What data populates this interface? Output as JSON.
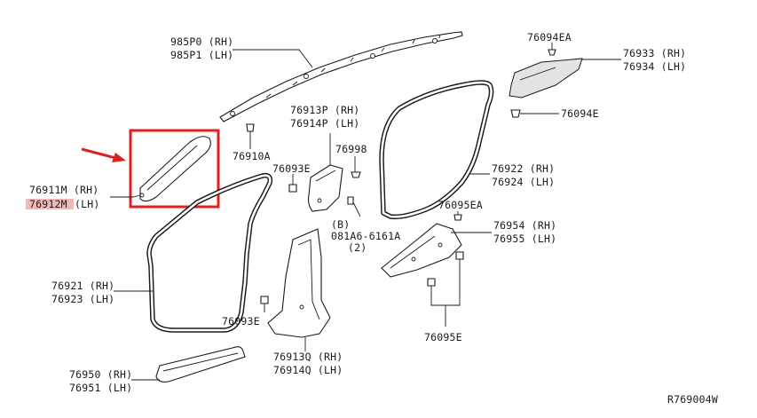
{
  "highlight_color": "#e02020",
  "hl_part_color": "#f2b8b8",
  "labels": {
    "airbag_rh": "985P0 (RH)",
    "airbag_lh": "985P1 (LH)",
    "clip_76910a": "76910A",
    "a_pillar_rh": "76911M (RH)",
    "a_pillar_lh_code": "76912M",
    "a_pillar_lh_side": "(LH)",
    "b_upper_rh": "76913P (RH)",
    "b_upper_lh": "76914P (LH)",
    "clip_76093e_top": "76093E",
    "clip_76998": "76998",
    "bolt_callout_b": "(B)",
    "bolt_part": "081A6-6161A",
    "bolt_qty": "(2)",
    "front_weather_rh": "76921 (RH)",
    "front_weather_lh": "76923 (LH)",
    "clip_76093e_bottom": "76093E",
    "b_lower_rh": "76913Q (RH)",
    "b_lower_lh": "76914Q (LH)",
    "kick_rh": "76950 (RH)",
    "kick_lh": "76951 (LH)",
    "c_pillar_clip_top": "76094EA",
    "c_pillar_rh": "76933 (RH)",
    "c_pillar_lh": "76934 (LH)",
    "c_pillar_clip_bottom": "76094E",
    "rear_weather_rh": "76922 (RH)",
    "rear_weather_lh": "76924 (LH)",
    "clip_76095ea": "76095EA",
    "rear_kick_rh": "76954 (RH)",
    "rear_kick_lh": "76955 (LH)",
    "clip_76095e": "76095E",
    "diagram_id": "R769004W"
  }
}
